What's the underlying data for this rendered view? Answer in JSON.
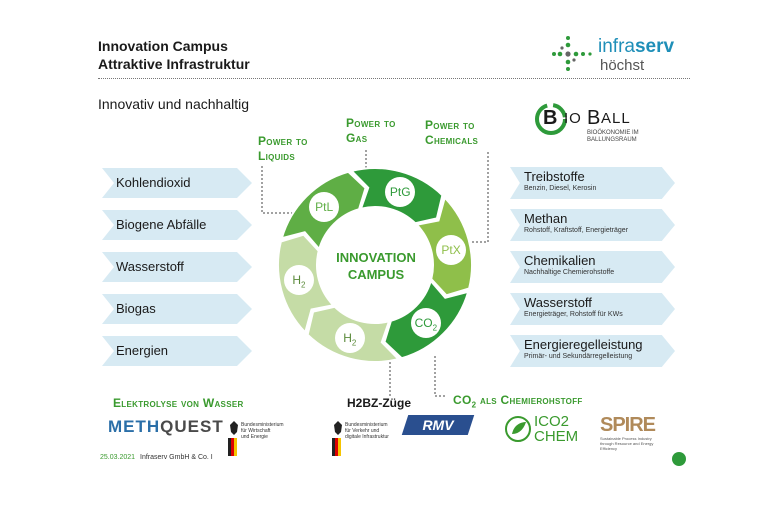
{
  "header": {
    "title_line1": "Innovation Campus",
    "title_line2": "Attraktive Infrastruktur",
    "subtitle": "Innovativ und nachhaltig",
    "logo": {
      "brand_main": "infra",
      "brand_bold": "serv",
      "brand_sub": "höchst",
      "icon": "dotted-cross-icon"
    }
  },
  "bioball": {
    "b1": "B",
    "rest1": "IO",
    "b2": "B",
    "rest2": "ALL",
    "tag1": "BIOÖKONOMIE IM",
    "tag2": "BALLUNGSRAUM"
  },
  "labels": {
    "power_to_liquids_1": "Power to",
    "power_to_liquids_2": "Liquids",
    "power_to_gas_1": "Power to",
    "power_to_gas_2": "Gas",
    "power_to_chemicals_1": "Power to",
    "power_to_chemicals_2": "Chemicals",
    "elektrolyse": "Elektrolyse von Wasser",
    "h2bz": "H2BZ-Züge",
    "co2_prefix": "CO",
    "co2_sub": "2",
    "co2_suffix": " als Chemierohstoff"
  },
  "cycle": {
    "center_1": "INNOVATION",
    "center_2": "CAMPUS",
    "segments": [
      {
        "label": "PtG",
        "color": "#2e9a3a"
      },
      {
        "label": "PtX",
        "color": "#8fbf4a"
      },
      {
        "label": "CO",
        "sub": "2",
        "color": "#2e9a3a"
      },
      {
        "label": "H",
        "sub": "2",
        "color": "#c5dca6"
      },
      {
        "label": "H",
        "sub": "2",
        "color": "#c5dca6"
      },
      {
        "label": "PtL",
        "color": "#5fae45"
      }
    ]
  },
  "inputs": [
    "Kohlendioxid",
    "Biogene Abfälle",
    "Wasserstoff",
    "Biogas",
    "Energien"
  ],
  "outputs": [
    {
      "title": "Treibstoffe",
      "sub": "Benzin, Diesel, Kerosin"
    },
    {
      "title": "Methan",
      "sub": "Rohstoff, Kraftstoff, Energieträger"
    },
    {
      "title": "Chemikalien",
      "sub": "Nachhaltige Chemierohstoffe"
    },
    {
      "title": "Wasserstoff",
      "sub": "Energieträger, Rohstoff für KWs"
    },
    {
      "title": "Energieregelleistung",
      "sub": "Primär- und Sekundärregelleistung"
    }
  ],
  "logos": {
    "methquest_a": "METH",
    "methquest_b": "QUEST",
    "bmwi_1": "Bundesministerium",
    "bmwi_2": "für Wirtschaft",
    "bmwi_3": "und Energie",
    "bmvi_1": "Bundesministerium",
    "bmvi_2": "für Verkehr und",
    "bmvi_3": "digitale Infrastruktur",
    "rmv": "RMV",
    "ico2chem_1": "ICO2",
    "ico2chem_2": "CHEM",
    "spire": "SPIRE",
    "spire_tag": "Sustainable Process Industry through Resource and Energy Efficiency"
  },
  "footer": {
    "date": "25.03.2021",
    "company": "Infraserv GmbH & Co. I"
  },
  "colors": {
    "accent_green": "#3a9a2e",
    "arrow_blue": "#d7eaf3",
    "dot_green": "#2e9a3a"
  }
}
